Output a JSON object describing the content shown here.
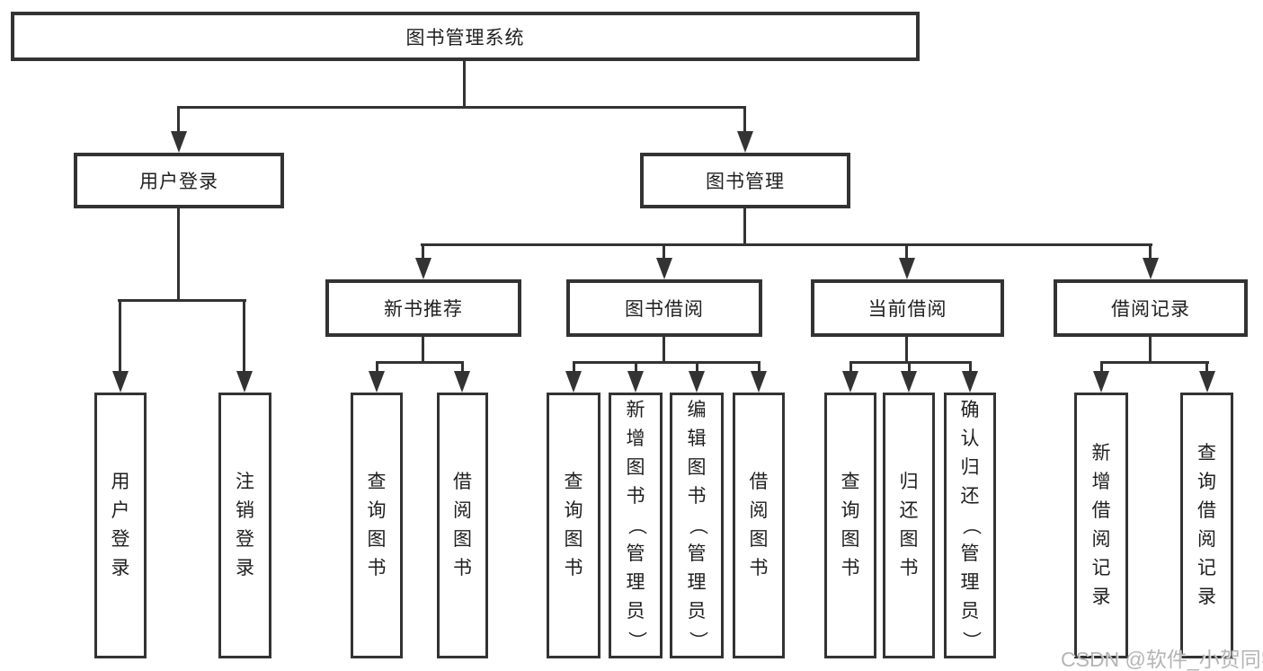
{
  "title": "图书管理系统",
  "nodes": {
    "root": "图书管理系统",
    "user_login": "用户登录",
    "book_mgmt": "图书管理",
    "new_book_rec": "新书推荐",
    "book_borrow": "图书借阅",
    "current_borrow": "当前借阅",
    "borrow_records": "借阅记录",
    "leaves": {
      "ul_login": "用户登录",
      "ul_logout": "注销登录",
      "nb_query": "查询图书",
      "nb_borrow": "借阅图书",
      "bb_query": "查询图书",
      "bb_add": "新增图书（管理员）",
      "bb_edit": "编辑图书（管理员）",
      "bb_borrow": "借阅图书",
      "cb_query": "查询图书",
      "cb_return": "归还图书",
      "cb_confirm": "确认归还（管理员）",
      "br_add": "新增借阅记录",
      "br_query": "查询借阅记录"
    }
  },
  "watermark": "CSDN @软件_小贺同学",
  "colors": {
    "line": "#333333",
    "text": "#1f1f1f",
    "background": "#ffffff",
    "watermark": "#a8a8a8"
  }
}
